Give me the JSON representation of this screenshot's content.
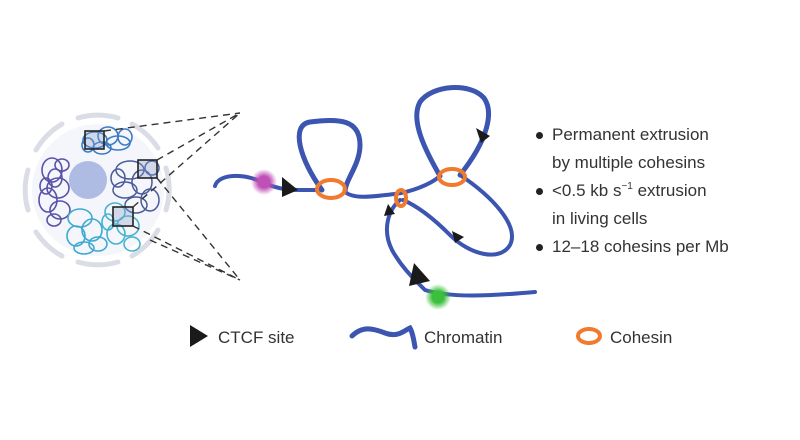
{
  "colors": {
    "chromatin": "#3b55b0",
    "cohesin": "#f07a2e",
    "ctcf": "#1a1a1a",
    "magenta_dot": "#c050b5",
    "green_dot": "#3cbf3c",
    "nucleolus": "#aebbe3",
    "envelope": "#dadde6",
    "domain_purple": "#5a52a8",
    "domain_blue": "#3b7cc4",
    "domain_teal": "#3fa9d0",
    "domain_navy": "#4a5a9a"
  },
  "bullets": [
    {
      "text": "Permanent extrusion",
      "text2": "by multiple cohesins"
    },
    {
      "pre": "<0.5 kb s",
      "sup": "−1",
      "post": " extrusion",
      "text2": "in living cells"
    },
    {
      "text": "12–18 cohesins per Mb"
    }
  ],
  "legend": {
    "ctcf_label": "CTCF site",
    "chromatin_label": "Chromatin",
    "cohesin_label": "Cohesin"
  }
}
